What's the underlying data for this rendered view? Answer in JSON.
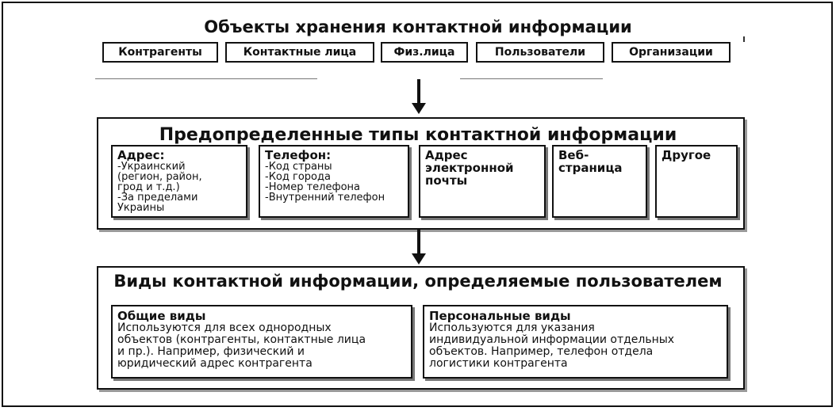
{
  "objects_section": {
    "title": "Объекты хранения контактной информации",
    "items": [
      "Контрагенты",
      "Контактные лица",
      "Физ.лица",
      "Пользователи",
      "Организации"
    ]
  },
  "predefined_section": {
    "title": "Предопределенные типы контактной информации",
    "types": [
      {
        "heading": [
          "Адрес:"
        ],
        "lines": [
          "-Украинский",
          "(регион, район,",
          "грод и т.д.)",
          "-За пределами",
          "Украины"
        ]
      },
      {
        "heading": [
          "Телефон:"
        ],
        "lines": [
          "-Код страны",
          "-Код города",
          "-Номер телефона",
          "-Внутренний телефон"
        ]
      },
      {
        "heading": [
          "Адрес",
          "электронной",
          "почты"
        ],
        "lines": []
      },
      {
        "heading": [
          "Веб-",
          "страница"
        ],
        "lines": []
      },
      {
        "heading": [
          "Другое"
        ],
        "lines": []
      }
    ]
  },
  "user_section": {
    "title": "Виды контактной информации, определяемые пользователем",
    "kinds": [
      {
        "heading": "Общие виды",
        "lines": [
          "Используются для всех однородных",
          "объектов (контрагенты, контактные лица",
          "и пр.). Например, физический и",
          "юридический адрес контрагента"
        ]
      },
      {
        "heading": "Персональные виды",
        "lines": [
          "Используются для указания",
          "индивидуальной информации отдельных",
          "объектов. Например, телефон отдела",
          "логистики контрагента"
        ]
      }
    ]
  }
}
